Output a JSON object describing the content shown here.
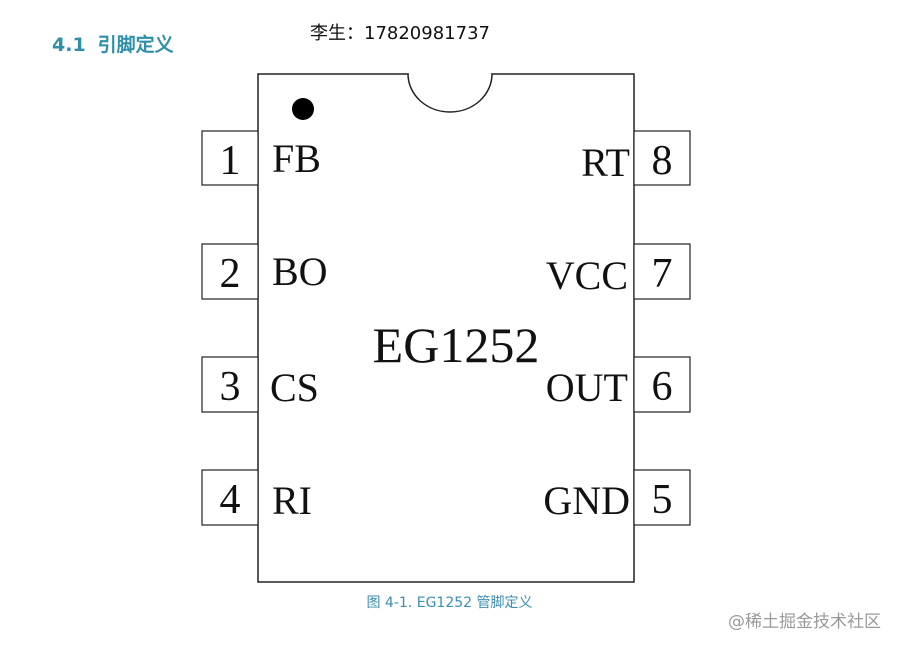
{
  "header": {
    "section_number": "4.1",
    "section_title": "引脚定义",
    "contact": "李生：17820981737"
  },
  "chip": {
    "part_name": "EG1252",
    "left_pins": [
      {
        "number": "1",
        "label": "FB"
      },
      {
        "number": "2",
        "label": "BO"
      },
      {
        "number": "3",
        "label": "CS"
      },
      {
        "number": "4",
        "label": "RI"
      }
    ],
    "right_pins": [
      {
        "number": "8",
        "label": "RT"
      },
      {
        "number": "7",
        "label": "VCC"
      },
      {
        "number": "6",
        "label": "OUT"
      },
      {
        "number": "5",
        "label": "GND"
      }
    ]
  },
  "figure": {
    "caption_number": "图 4-1.",
    "caption_text": "EG1252 管脚定义"
  },
  "watermark": "@稀土掘金技术社区"
}
